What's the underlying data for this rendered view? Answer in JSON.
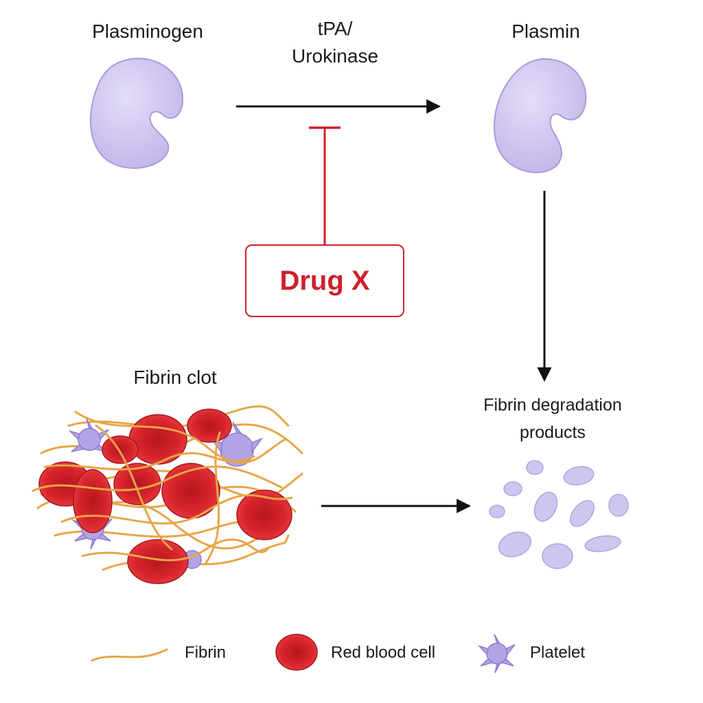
{
  "labels": {
    "plasminogen": "Plasminogen",
    "activator_line1": "tPA/",
    "activator_line2": "Urokinase",
    "plasmin": "Plasmin",
    "drug": "Drug X",
    "clot": "Fibrin clot",
    "products_line1": "Fibrin degradation",
    "products_line2": "products"
  },
  "legend": {
    "fibrin": "Fibrin",
    "rbc": "Red blood cell",
    "platelet": "Platelet"
  },
  "colors": {
    "protein_fill": "#cfc6ef",
    "protein_stroke": "#a89bd8",
    "rbc_fill": "#d8242c",
    "rbc_dark": "#a5141c",
    "fibrin": "#e8a547",
    "platelet": "#b3a3e6",
    "inhibitor": "#cf1f2a",
    "arrow": "#111111"
  }
}
